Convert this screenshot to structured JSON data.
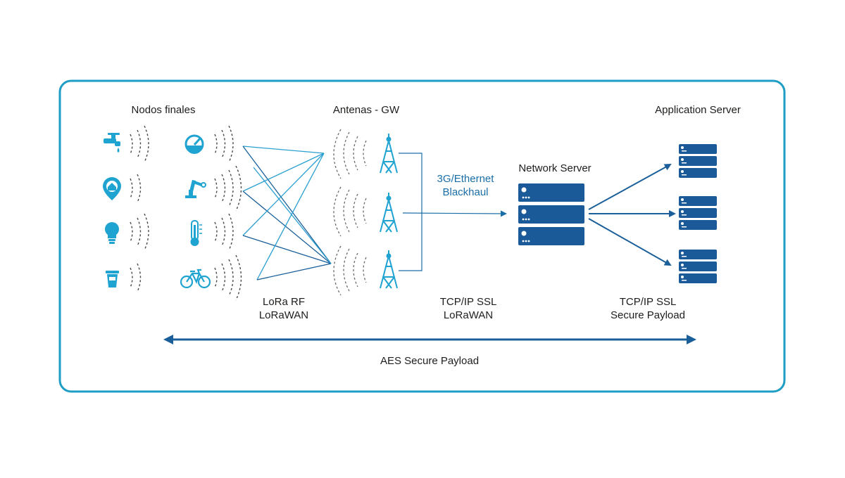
{
  "colors": {
    "frame": "#1e9ec5",
    "icon": "#1fa3d1",
    "line_light": "#2a9fd0",
    "line_dark": "#1a5f99",
    "server": "#1a5a99",
    "waves": "#4a4a4a",
    "text": "#1d1d1b",
    "text_blue": "#1a6ea8"
  },
  "headers": {
    "end_nodes": "Nodos finales",
    "gateways": "Antenas - GW",
    "network_server": "Network Server",
    "application_server": "Application Server"
  },
  "backhaul": {
    "line1": "3G/Ethernet",
    "line2": "Blackhaul"
  },
  "protocols": {
    "radio": {
      "line1": "LoRa RF",
      "line2": "LoRaWAN"
    },
    "gw_to_ns": {
      "line1": "TCP/IP SSL",
      "line2": "LoRaWAN"
    },
    "ns_to_as": {
      "line1": "TCP/IP SSL",
      "line2": "Secure Payload"
    }
  },
  "end_to_end": "AES Secure Payload",
  "end_nodes": {
    "left_column": [
      "water-tap-icon",
      "home-location-icon",
      "light-bulb-icon",
      "cup-icon"
    ],
    "right_column": [
      "gauge-icon",
      "robot-arm-icon",
      "thermometer-icon",
      "bicycle-icon"
    ]
  },
  "gateway_icons": [
    "antenna-tower-icon",
    "antenna-tower-icon",
    "antenna-tower-icon"
  ],
  "application_servers": [
    "server-stack-icon",
    "server-stack-icon",
    "server-stack-icon"
  ]
}
